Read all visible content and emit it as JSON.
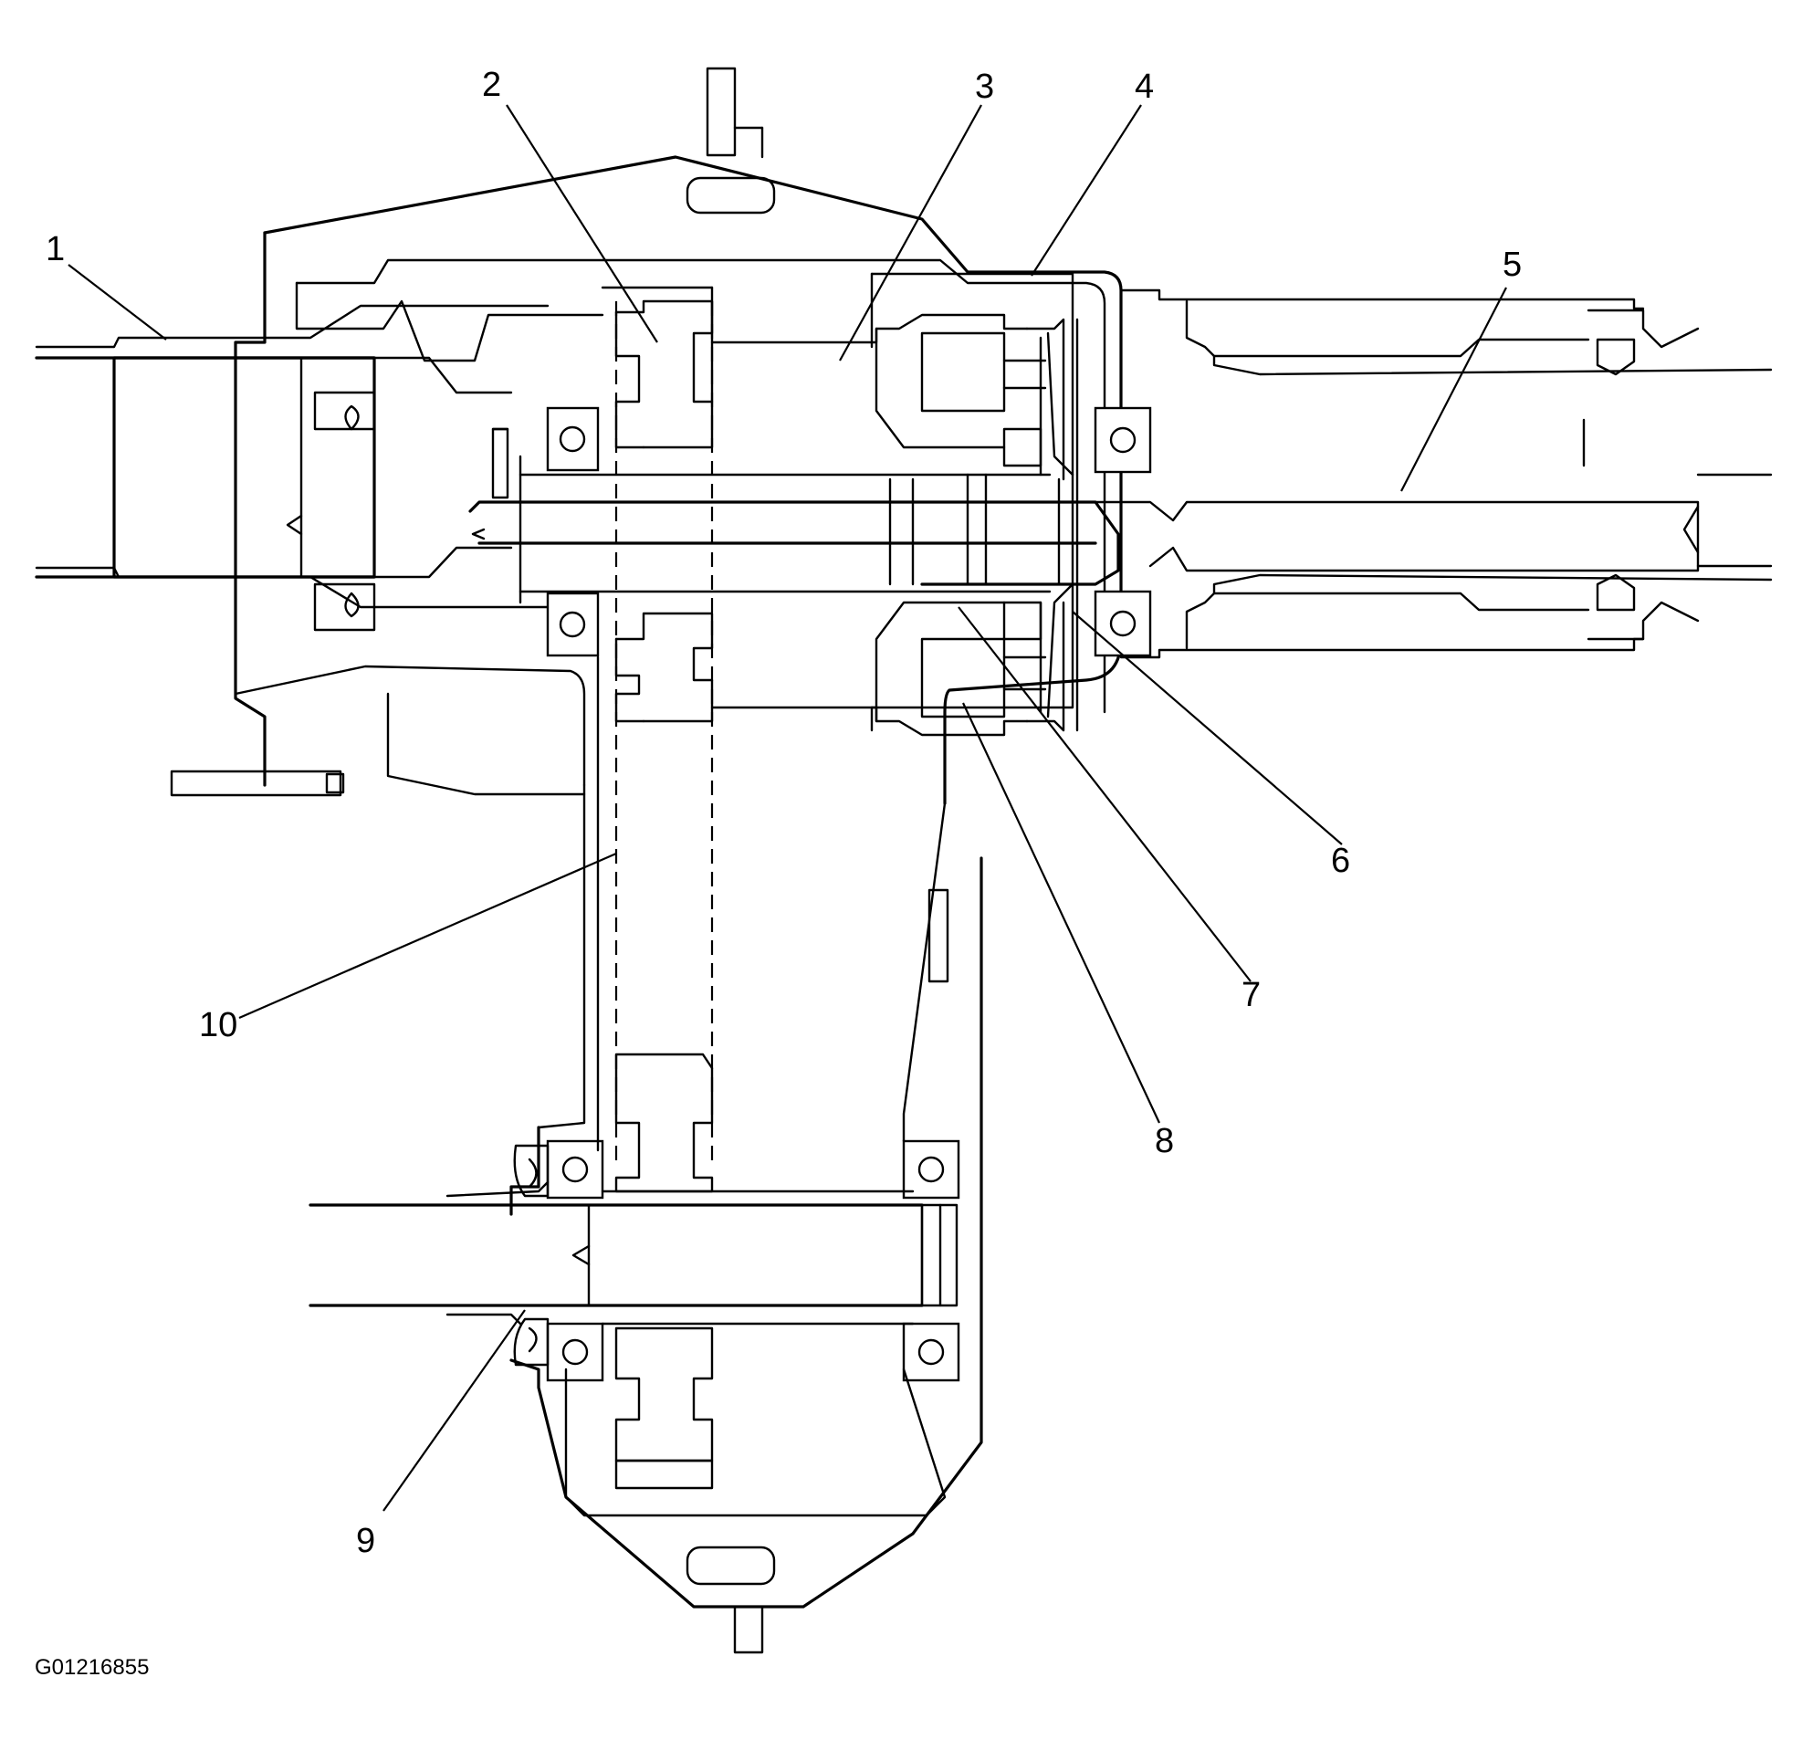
{
  "figure_id": "G01216855",
  "callouts": [
    {
      "id": "callout-1",
      "label": "1"
    },
    {
      "id": "callout-2",
      "label": "2"
    },
    {
      "id": "callout-3",
      "label": "3"
    },
    {
      "id": "callout-4",
      "label": "4"
    },
    {
      "id": "callout-5",
      "label": "5"
    },
    {
      "id": "callout-6",
      "label": "6"
    },
    {
      "id": "callout-7",
      "label": "7"
    },
    {
      "id": "callout-8",
      "label": "8"
    },
    {
      "id": "callout-9",
      "label": "9"
    },
    {
      "id": "callout-10",
      "label": "10"
    }
  ]
}
